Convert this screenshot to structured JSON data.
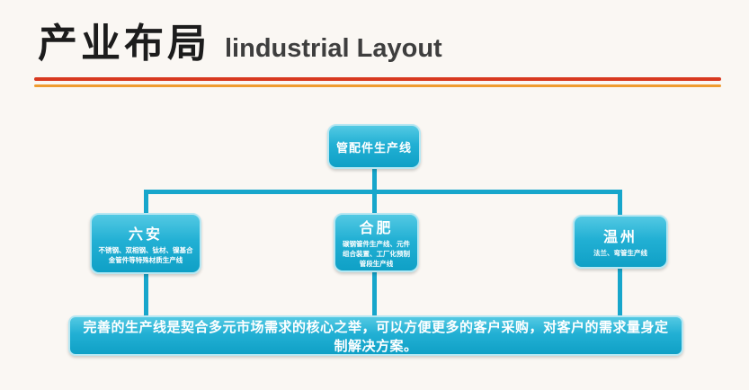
{
  "title": {
    "zh": "产业布局",
    "en": "lindustrial Layout"
  },
  "accent": {
    "box_gradient_top": "#53c9e3",
    "box_gradient_bottom": "#0fa0c6",
    "box_border": "#b7e7f2",
    "connector_color": "#17a6cb",
    "rule_top_color": "#d8391f",
    "rule_bottom_color": "#ef9c2f",
    "background": "#faf7f3",
    "title_color": "#1c1c1c"
  },
  "diagram": {
    "root": {
      "label": "管配件生产线"
    },
    "children": [
      {
        "name": "六安",
        "desc": "不锈钢、双相钢、钛材、镍基合金管件等特殊材质生产线"
      },
      {
        "name": "合肥",
        "desc": "碳钢管件生产线、元件组合装置、工厂化预制管段生产线"
      },
      {
        "name": "温州",
        "desc": "法兰、弯管生产线"
      }
    ],
    "summary": "完善的生产线是契合多元市场需求的核心之举，可以方便更多的客户采购，对客户的需求量身定制解决方案。"
  }
}
